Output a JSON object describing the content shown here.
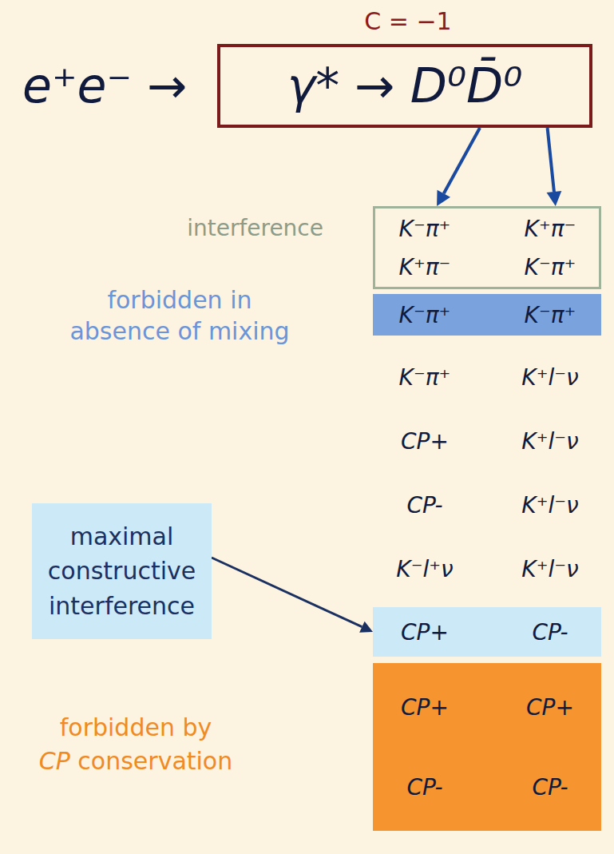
{
  "diagram": {
    "nodes": [
      {
        "text": [
          "C = −1",
          "γ* → D⁰D̄⁰"
        ]
      },
      {
        "text": [
          "K⁻π⁺",
          "K⁺π⁻",
          "K⁺π⁻",
          "K⁻π⁺"
        ]
      },
      {
        "text": [
          "K⁻π⁺",
          "K⁻π⁺"
        ]
      },
      {
        "text": [
          "maximal constructive interference"
        ]
      },
      {
        "text": [
          "CP+",
          "CP-"
        ]
      },
      {
        "text": [
          "CP+",
          "CP+",
          "CP-",
          "CP-"
        ]
      }
    ],
    "edges": [
      {
        "from": 0,
        "to": 1,
        "arrow": "to"
      },
      {
        "from": 0,
        "to": 1,
        "arrow": "to"
      },
      {
        "from": 3,
        "to": 4,
        "arrow": "to"
      }
    ],
    "labels": [
      "e⁺e⁻ →",
      "interference",
      "forbidden in absence of mixing",
      "K⁻π⁺",
      "K⁺l⁻ν",
      "CP+",
      "K⁺l⁻ν",
      "CP-",
      "K⁺l⁻ν",
      "K⁻l⁺ν",
      "K⁺l⁻ν",
      "forbidden by CP conservation"
    ]
  }
}
